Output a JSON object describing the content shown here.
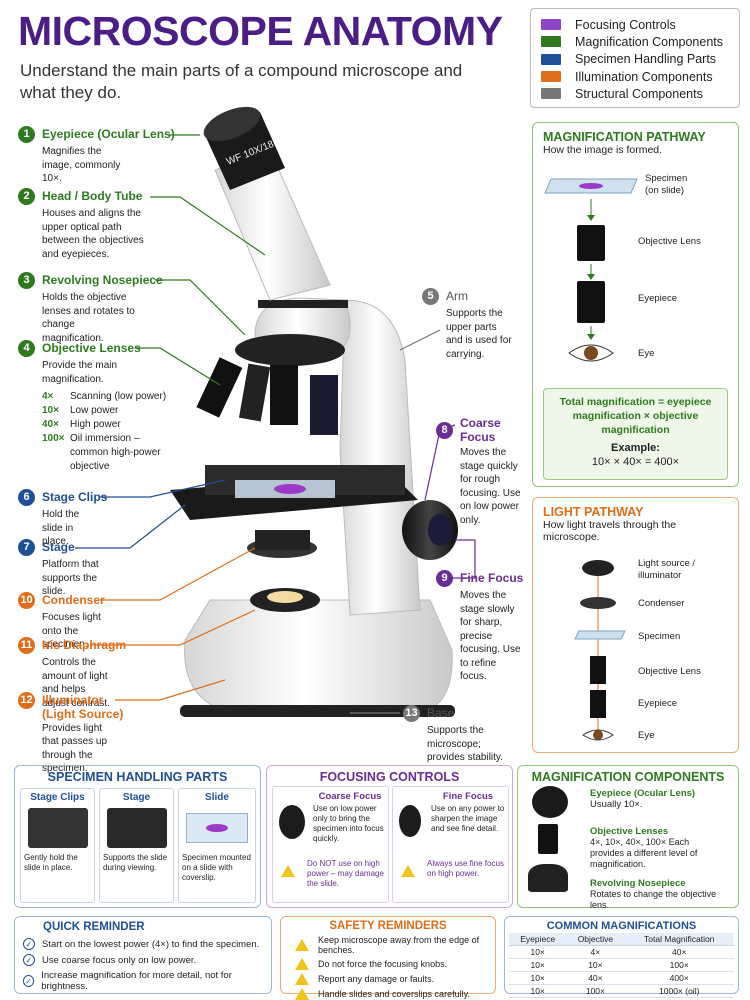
{
  "title": "MICROSCOPE ANATOMY",
  "subtitle": "Understand the main parts of a compound microscope and what they do.",
  "legend": [
    {
      "label": "Focusing Controls",
      "color": "#8e44c4"
    },
    {
      "label": "Magnification Components",
      "color": "#2f7a1f"
    },
    {
      "label": "Specimen Handling Parts",
      "color": "#1f4f96"
    },
    {
      "label": "Illumination Components",
      "color": "#e06d1a"
    },
    {
      "label": "Structural Components",
      "color": "#777777"
    }
  ],
  "eyepiece_marking": "WF 10X/18",
  "labels": {
    "eyepiece": {
      "num": "1",
      "title": "Eyepiece (Ocular Lens)",
      "desc": "Magnifies the image, commonly 10×."
    },
    "head": {
      "num": "2",
      "title": "Head / Body Tube",
      "desc": "Houses and aligns the upper optical path between the objectives and eyepieces."
    },
    "nosepiece": {
      "num": "3",
      "title": "Revolving Nosepiece",
      "desc": "Holds the objective lenses and rotates to change magnification."
    },
    "objectives": {
      "num": "4",
      "title": "Objective Lenses",
      "desc": "Provide the main magnification.",
      "rows": [
        {
          "k": "4×",
          "v": "Scanning (low power)"
        },
        {
          "k": "10×",
          "v": "Low power"
        },
        {
          "k": "40×",
          "v": "High power"
        },
        {
          "k": "100×",
          "v": "Oil immersion – common high-power objective"
        }
      ]
    },
    "arm": {
      "num": "5",
      "title": "Arm",
      "desc": "Supports the upper parts and is used for carrying."
    },
    "clips": {
      "num": "6",
      "title": "Stage Clips",
      "desc": "Hold the slide in place."
    },
    "stage": {
      "num": "7",
      "title": "Stage",
      "desc": "Platform that supports the slide."
    },
    "coarse": {
      "num": "8",
      "title": "Coarse Focus",
      "desc": "Moves the stage quickly for rough focusing. Use on low power only."
    },
    "fine": {
      "num": "9",
      "title": "Fine Focus",
      "desc": "Moves the stage slowly for sharp, precise focusing. Use to refine focus."
    },
    "condenser": {
      "num": "10",
      "title": "Condenser",
      "desc": "Focuses light onto the specimen."
    },
    "iris": {
      "num": "11",
      "title": "Iris Diaphragm",
      "desc": "Controls the amount of light and helps adjust contrast."
    },
    "illuminator": {
      "num": "12",
      "title": "Illuminator",
      "title2": "(Light Source)",
      "desc": "Provides light that passes up through the specimen."
    },
    "base": {
      "num": "13",
      "title": "Base",
      "desc": "Supports the microscope; provides stability."
    }
  },
  "mag_pathway": {
    "title": "MAGNIFICATION PATHWAY",
    "subtitle": "How the image is formed.",
    "steps": [
      "Specimen",
      "Objective Lens",
      "Eyepiece",
      "Eye"
    ],
    "specimen_sub": "(on slide)",
    "formula": "Total magnification = eyepiece magnification × objective magnification",
    "example_label": "Example:",
    "example": "10× × 40× = 400×"
  },
  "light_pathway": {
    "title": "LIGHT PATHWAY",
    "subtitle": "How light travels through the microscope.",
    "steps": [
      "Light source / illuminator",
      "Condenser",
      "Specimen",
      "Objective Lens",
      "Eyepiece",
      "Eye"
    ]
  },
  "specimen_parts": {
    "title": "SPECIMEN HANDLING PARTS",
    "items": [
      {
        "title": "Stage Clips",
        "desc": "Gently hold the slide in place."
      },
      {
        "title": "Stage",
        "desc": "Supports the slide during viewing."
      },
      {
        "title": "Slide",
        "desc": "Specimen mounted on a slide with coverslip."
      }
    ]
  },
  "focusing": {
    "title": "FOCUSING CONTROLS",
    "coarse": {
      "title": "Coarse Focus",
      "desc": "Use on low power only to bring the specimen into focus quickly.",
      "warn": "Do NOT use on high power – may damage the slide."
    },
    "fine": {
      "title": "Fine Focus",
      "desc": "Use on any power to sharpen the image and see fine detail.",
      "warn": "Always use fine focus on high power."
    }
  },
  "mag_components": {
    "title": "MAGNIFICATION COMPONENTS",
    "items": [
      {
        "title": "Eyepiece (Ocular Lens)",
        "desc": "Usually 10×."
      },
      {
        "title": "Objective Lenses",
        "desc": "4×, 10×, 40×, 100× Each provides a different level of magnification."
      },
      {
        "title": "Revolving Nosepiece",
        "desc": "Rotates to change the objective lens."
      }
    ]
  },
  "quick": {
    "title": "QUICK REMINDER",
    "items": [
      "Start on the lowest power (4×) to find the specimen.",
      "Use coarse focus only on low power.",
      "Increase magnification for more detail, not for brightness."
    ]
  },
  "safety": {
    "title": "SAFETY REMINDERS",
    "items": [
      "Keep microscope away from the edge of benches.",
      "Do not force the focusing knobs.",
      "Report any damage or faults.",
      "Handle slides and coverslips carefully."
    ]
  },
  "common": {
    "title": "COMMON MAGNIFICATIONS",
    "headers": [
      "Eyepiece",
      "Objective",
      "Total Magnification"
    ],
    "rows": [
      [
        "10×",
        "4×",
        "40×"
      ],
      [
        "10×",
        "10×",
        "100×"
      ],
      [
        "10×",
        "40×",
        "400×"
      ],
      [
        "10×",
        "100×",
        "1000× (oil)"
      ]
    ]
  }
}
